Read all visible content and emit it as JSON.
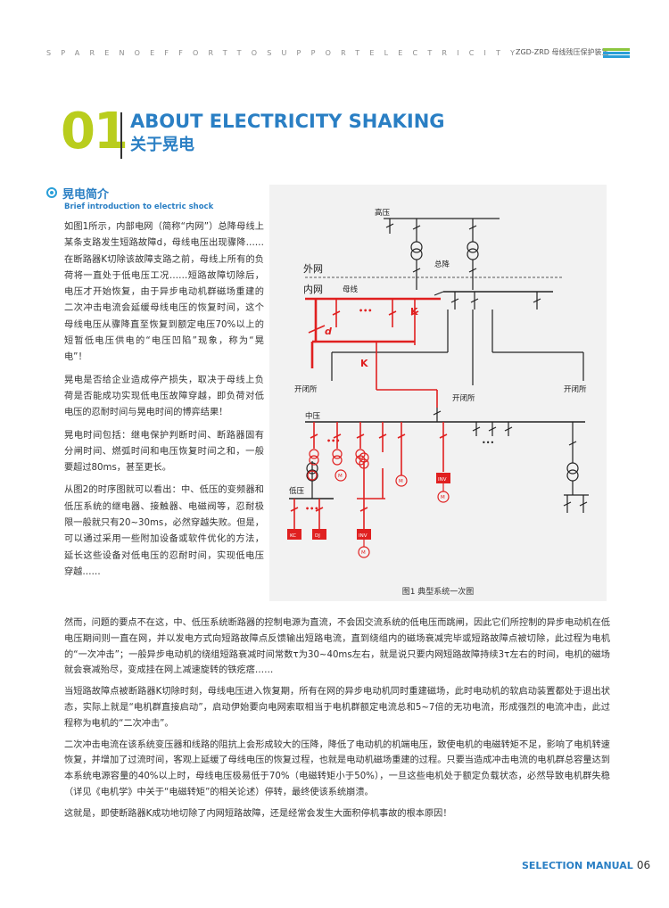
{
  "header": {
    "tagline": "SPARENOEFFORTTOSUPPORTELECTRICITY",
    "product": "ZGD-ZRD 母线残压保护装置",
    "bar_colors": [
      "#8cc63f",
      "#2a9fd8"
    ]
  },
  "chapter": {
    "number": "01",
    "title_en": "ABOUT ELECTRICITY SHAKING",
    "title_zh": "关于晃电"
  },
  "section": {
    "title_zh": "晃电简介",
    "title_en": "Brief introduction to electric shock"
  },
  "left_paragraphs": [
    "如图1所示，内部电网（简称“内网”）总降母线上某条支路发生短路故障d，母线电压出现骤降……在断路器K切除该故障支路之前，母线上所有的负荷将一直处于低电压工况……短路故障切除后，电压才开始恢复，由于异步电动机群磁场重建的二次冲击电流会延缓母线电压的恢复时间，这个母线电压从骤降直至恢复到额定电压70%以上的短暂低电压供电的“电压凹陷”现象，称为“晃电”！",
    "晃电是否给企业造成停产损失，取决于母线上负荷是否能成功实现低电压故障穿越，即负荷对低电压的忍耐时间与晃电时间的博弈结果！",
    "晃电时间包括：继电保护判断时间、断路器固有分闸时间、燃弧时间和电压恢复时间之和，一般要超过80ms，甚至更长。",
    "从图2的时序图就可以看出：中、低压的变频器和低压系统的继电器、接触器、电磁阀等，忍耐极限一般就只有20~30ms，必然穿越失败。但是，可以通过采用一些附加设备或软件优化的方法，延长这些设备对低电压的忍耐时间，实现低电压穿越……"
  ],
  "figure": {
    "caption": "图1 典型系统一次图",
    "labels": {
      "high_voltage": "高压",
      "main_step_down": "总降",
      "external_grid": "外网",
      "internal_grid": "内网",
      "busbar": "母线",
      "fault": "d",
      "breaker_k1": "K",
      "breaker_k2": "K",
      "switch_station_left": "开闭所",
      "switch_station_mid": "开闭所",
      "switch_station_right": "开闭所",
      "medium_voltage": "中压",
      "low_voltage": "低压",
      "motor": "M",
      "inverter_mv": "INV",
      "inverter_lv": "INV",
      "kc": "KC",
      "dj": "DJ",
      "dots": "•••"
    },
    "colors": {
      "red": "#e02020",
      "black": "#222222",
      "background": "#f2f2f2"
    }
  },
  "body_paragraphs": [
    "然而，问题的要点不在这，中、低压系统断路器的控制电源为直流，不会因交流系统的低电压而跳闸，因此它们所控制的异步电动机在低电压期间则一直在网，并以发电方式向短路故障点反馈输出短路电流，直到绕组内的磁场衰减完毕或短路故障点被切除，此过程为电机的“一次冲击”；一般异步电动机的绕组短路衰减时间常数τ为30~40ms左右，就是说只要内网短路故障持续3τ左右的时间，电机的磁场就会衰减殆尽，变成挂在网上减速旋转的铁疙瘩……",
    "当短路故障点被断路器K切除时刻，母线电压进入恢复期，所有在网的异步电动机同时重建磁场，此时电动机的软启动装置都处于退出状态，实际上就是“电机群直接启动”，启动伊始要向电网索取相当于电机群额定电流总和5~7倍的无功电流，形成强烈的电流冲击，此过程称为电机的“二次冲击”。",
    "二次冲击电流在该系统变压器和线路的阻抗上会形成较大的压降，降低了电动机的机端电压，致使电机的电磁转矩不足，影响了电机转速恢复，并增加了过流时间，客观上延缓了母线电压的恢复过程，也就是电动机磁场重建的过程。只要当造成冲击电流的电机群总容量达到本系统电源容量的40%以上时，母线电压极易低于70%（电磁转矩小于50%），一旦这些电机处于额定负载状态，必然导致电机群失稳（详见《电机学》中关于“电磁转矩”的相关论述）停转，最终使该系统崩溃。",
    "这就是，即使断路器K成功地切除了内网短路故障，还是经常会发生大面积停机事故的根本原因！"
  ],
  "footer": {
    "label": "SELECTION MANUAL",
    "page": "06"
  }
}
